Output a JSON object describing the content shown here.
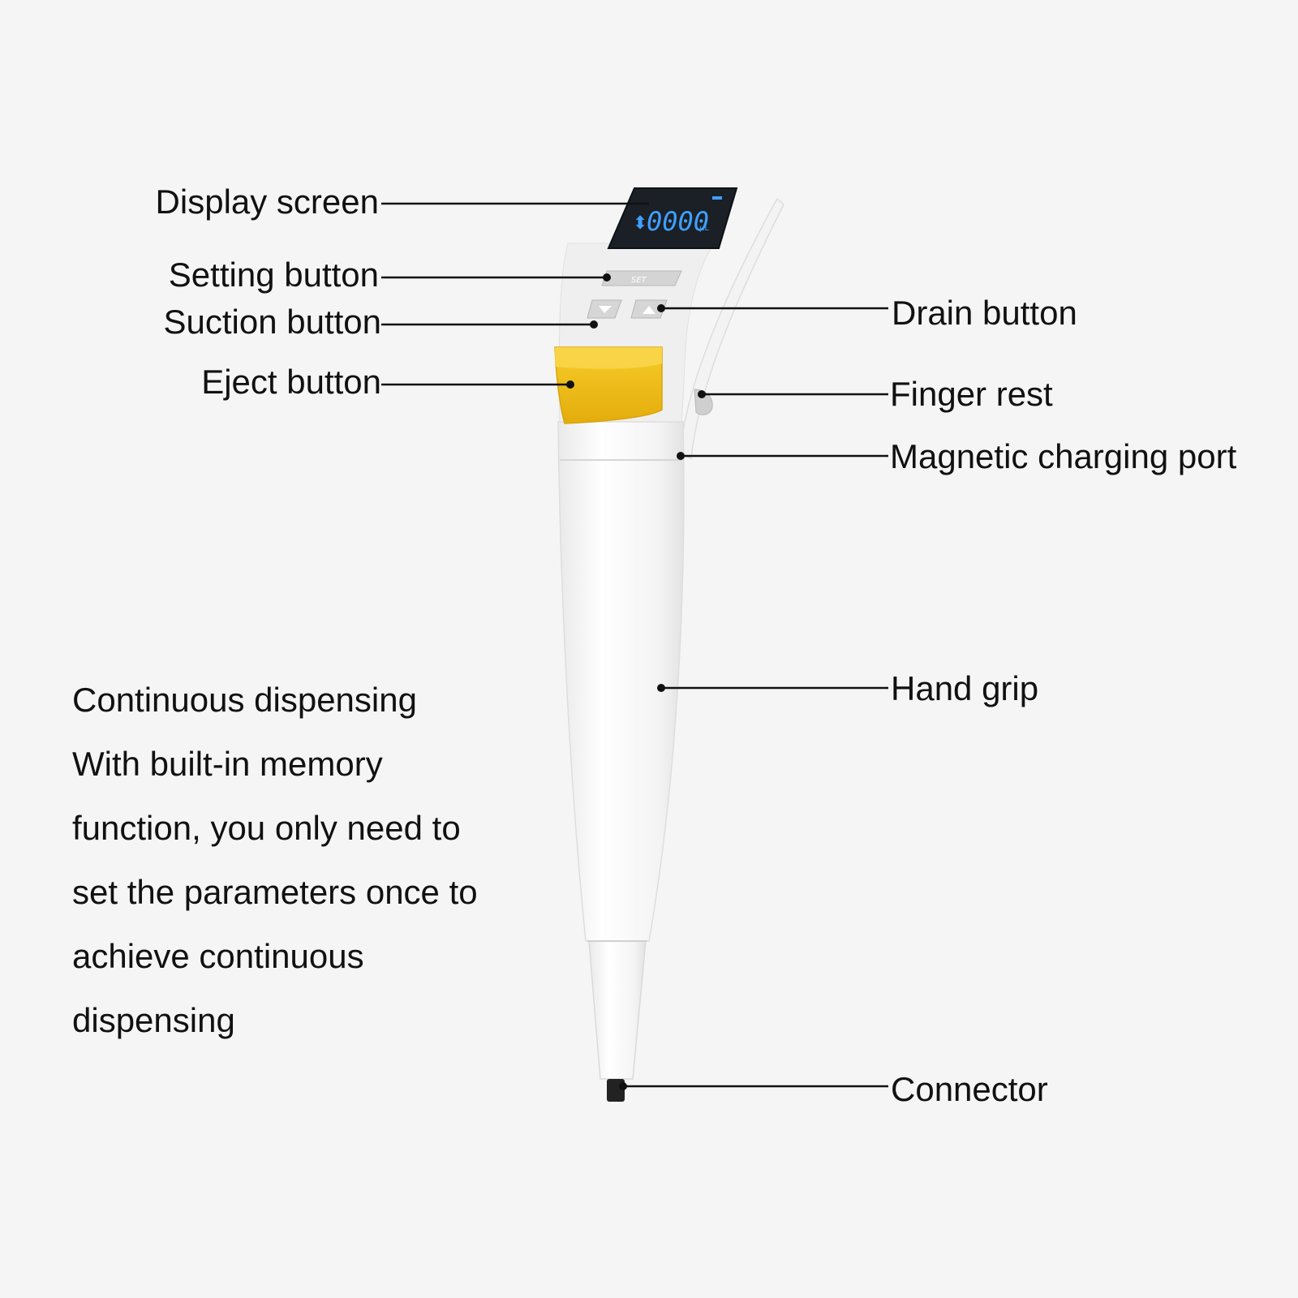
{
  "diagram": {
    "device": {
      "display_readout": "0000",
      "display_unit": "μL",
      "set_button_text": "SET"
    },
    "labels_left": {
      "display_screen": "Display screen",
      "setting_button": "Setting button",
      "suction_button": "Suction button",
      "eject_button": "Eject button"
    },
    "labels_right": {
      "drain_button": "Drain button",
      "finger_rest": "Finger rest",
      "magnetic_charging_port": "Magnetic charging port",
      "hand_grip": "Hand grip",
      "connector": "Connector"
    },
    "description": {
      "lines": [
        "Continuous dispensing",
        "With built-in memory",
        "function, you only need to",
        "set the parameters once to",
        "achieve continuous",
        "dispensing"
      ]
    }
  },
  "colors": {
    "background": "#f5f5f5",
    "body": "#fafafa",
    "eject_yellow": "#f2c21b",
    "screen": "#1b1f26",
    "screen_digits": "#3fa0ff",
    "buttons": "#d4d4d4",
    "connector": "#222222",
    "leader_lines": "#111111"
  }
}
